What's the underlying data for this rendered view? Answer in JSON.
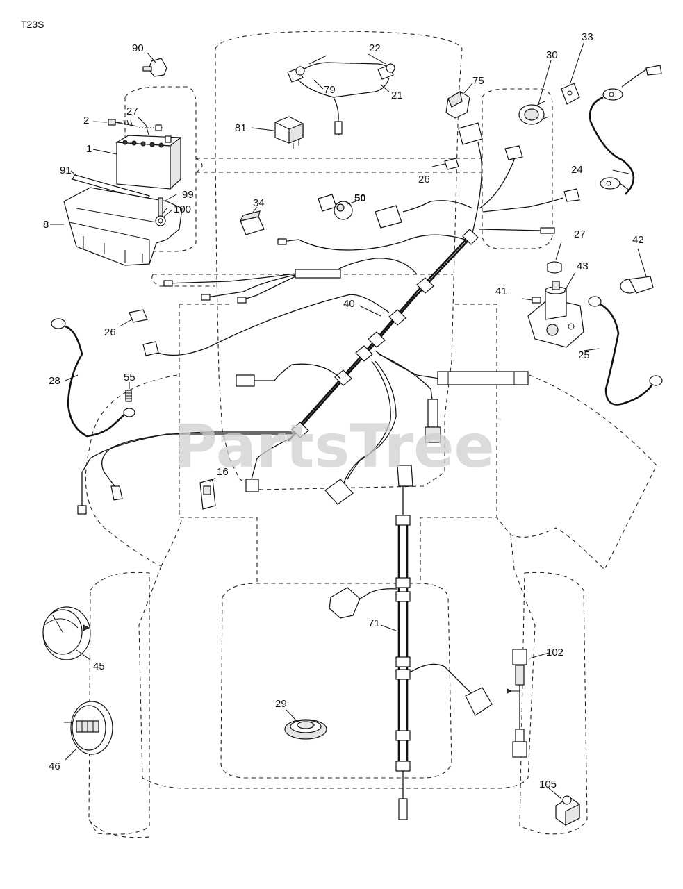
{
  "diagram_code": "T23S",
  "watermark": "PartsTree",
  "watermark_mark": "™",
  "callouts": [
    "90",
    "22",
    "75",
    "30",
    "33",
    "2",
    "27",
    "79",
    "21",
    "81",
    "1",
    "26",
    "24",
    "91",
    "99",
    "100",
    "34",
    "50",
    "8",
    "27",
    "42",
    "43",
    "41",
    "26",
    "40",
    "25",
    "28",
    "55",
    "16",
    "45",
    "71",
    "102",
    "29",
    "46",
    "105"
  ]
}
